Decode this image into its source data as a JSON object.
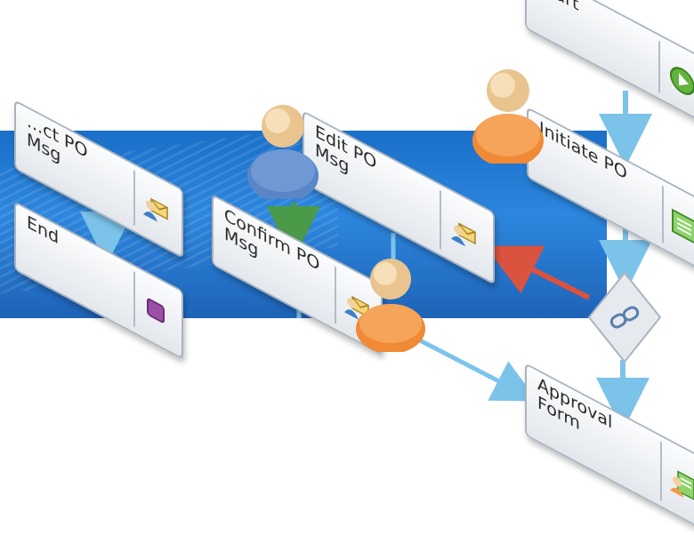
{
  "diagram": {
    "nodes": [
      {
        "id": "start",
        "label": "Start",
        "icon": "play-icon"
      },
      {
        "id": "initiate_po",
        "label": "Initiate PO",
        "icon": "form-icon"
      },
      {
        "id": "reject_po_msg",
        "label": "...ct PO\nMsg",
        "icon": "message-icon"
      },
      {
        "id": "end",
        "label": "End",
        "icon": "stop-icon"
      },
      {
        "id": "edit_po_msg",
        "label": "Edit PO\nMsg",
        "icon": "message-icon"
      },
      {
        "id": "confirm_po_msg",
        "label": "Confirm PO\nMsg",
        "icon": "message-icon"
      },
      {
        "id": "approval_form",
        "label": "Approval\nForm",
        "icon": "form-icon"
      }
    ],
    "decision_icon": "link-icon",
    "people": [
      "user-blue",
      "user-orange-1",
      "user-orange-2"
    ],
    "colors": {
      "arrow_blue": "#7cc3ea",
      "arrow_red": "#d9533e",
      "arrow_green": "#4a9a4a",
      "person_orange": "#f39a4a",
      "person_blue": "#5a86c8",
      "head": "#f1d1a1",
      "band": "#2a7fd6"
    }
  }
}
